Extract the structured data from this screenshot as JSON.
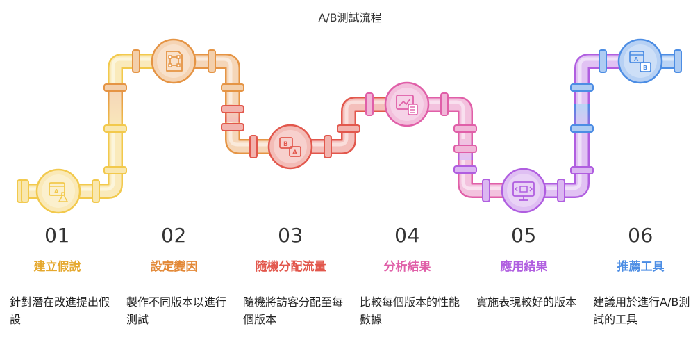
{
  "title": "A/B測試流程",
  "colors": {
    "yellow": "#f2c94c",
    "orange": "#e59444",
    "red": "#e2574c",
    "pink": "#e05fa8",
    "purple": "#b05ee0",
    "blue": "#4c8de4"
  },
  "steps": [
    {
      "number": "01",
      "title": "建立假說",
      "desc": "針對潛在改進提出假設",
      "icon": "ab-test-flask-icon",
      "color": "#f2c94c",
      "text_color": "#e5a82e"
    },
    {
      "number": "02",
      "title": "設定變因",
      "desc": "製作不同版本以進行測試",
      "icon": "design-frame-icon",
      "color": "#e59444",
      "text_color": "#e38836"
    },
    {
      "number": "03",
      "title": "隨機分配流量",
      "desc": "隨機將訪客分配至每個版本",
      "icon": "ab-split-icon",
      "color": "#e2574c",
      "text_color": "#e2574c"
    },
    {
      "number": "04",
      "title": "分析結果",
      "desc": "比較每個版本的性能數據",
      "icon": "chart-calculator-icon",
      "color": "#e05fa8",
      "text_color": "#e05fa8"
    },
    {
      "number": "05",
      "title": "應用結果",
      "desc": "實施表現較好的版本",
      "icon": "monitor-code-icon",
      "color": "#b05ee0",
      "text_color": "#b05ee0"
    },
    {
      "number": "06",
      "title": "推薦工具",
      "desc": "建議用於進行A/B測試的工具",
      "icon": "ab-window-icon",
      "color": "#4c8de4",
      "text_color": "#4c8de4"
    }
  ]
}
